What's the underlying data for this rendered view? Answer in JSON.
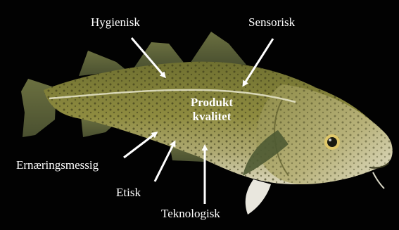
{
  "center_label": {
    "line1": "Produkt",
    "line2": "kvalitet"
  },
  "aspects": {
    "hygienic": "Hygienisk",
    "sensory": "Sensorisk",
    "nutritional": "Ernæringsmessig",
    "ethical": "Etisk",
    "technological": "Teknologisk"
  },
  "colors": {
    "background": "#020202",
    "text": "#ffffff",
    "arrow": "#ffffff",
    "fish_body": "#8a8a3e",
    "fish_belly": "#d7d2b0",
    "fish_spots": "#3a3a18"
  }
}
